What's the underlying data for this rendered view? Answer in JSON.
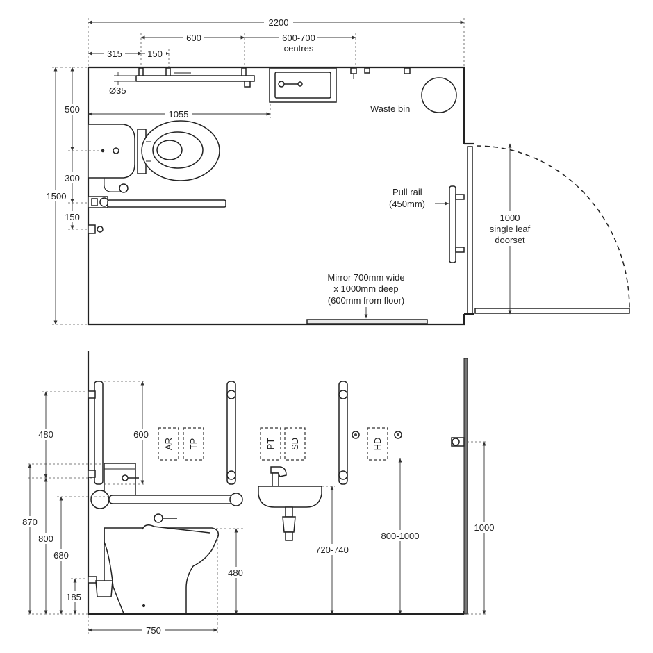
{
  "plan": {
    "dims": {
      "overall_width": "2200",
      "rail_spacing": "600",
      "centres_a": "600-700",
      "centres_b": "centres",
      "d315": "315",
      "d150": "150",
      "dia": "Ø35",
      "d1055": "1055",
      "d500": "500",
      "d300": "300",
      "d1500": "1500",
      "d150b": "150"
    },
    "labels": {
      "waste_bin": "Waste bin",
      "pull_rail_a": "Pull rail",
      "pull_rail_b": "(450mm)",
      "door_a": "1000",
      "door_b": "single leaf",
      "door_c": "doorset",
      "mirror_a": "Mirror 700mm wide",
      "mirror_b": "x 1000mm deep",
      "mirror_c": "(600mm from floor)"
    }
  },
  "elevation": {
    "dims": {
      "d480_top": "480",
      "d600": "600",
      "d870": "870",
      "d800": "800",
      "d680": "680",
      "d185": "185",
      "d480_seat": "480",
      "d720_740": "720-740",
      "d800_1000": "800-1000",
      "d1000": "1000",
      "d750": "750"
    },
    "boxes": [
      "AR",
      "TP",
      "PT",
      "SD",
      "HD"
    ]
  }
}
